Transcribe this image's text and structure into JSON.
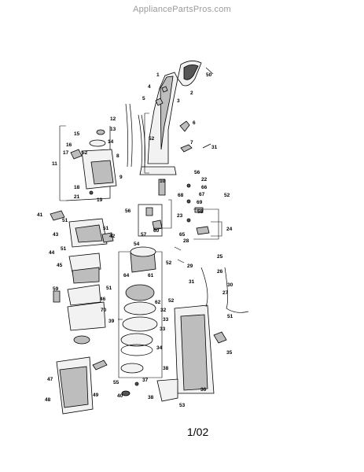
{
  "watermark": "AppliancePartsPros.com",
  "page_label": "1/02",
  "callouts": {
    "n1": "1",
    "n2": "2",
    "n3": "3",
    "n4": "4",
    "n5": "5",
    "n6": "6",
    "n7": "7",
    "n8": "8",
    "n9": "9",
    "n10": "10",
    "n11": "11",
    "n12": "12",
    "n13": "13",
    "n14": "14",
    "n15": "15",
    "n16": "16",
    "n17": "17",
    "n18": "18",
    "n19": "19",
    "n21": "21",
    "n22": "22",
    "n23": "23",
    "n24": "24",
    "n25": "25",
    "n26": "26",
    "n27": "27",
    "n28": "28",
    "n29": "29",
    "n30": "30",
    "n31": "31",
    "n31b": "31",
    "n32": "32",
    "n33": "33",
    "n33b": "33",
    "n34": "34",
    "n35": "35",
    "n36": "36",
    "n37": "37",
    "n38": "38",
    "n38b": "38",
    "n39": "39",
    "n40": "40",
    "n41": "41",
    "n42": "42",
    "n43": "43",
    "n44": "44",
    "n45": "45",
    "n46": "46",
    "n47": "47",
    "n48": "48",
    "n49": "49",
    "n50": "50",
    "n51a": "51",
    "n51b": "51",
    "n51c": "51",
    "n51d": "51",
    "n51e": "51",
    "n52a": "52",
    "n52b": "52",
    "n52c": "52",
    "n52d": "52",
    "n52e": "52",
    "n53": "53",
    "n54": "54",
    "n55": "55",
    "n56": "56",
    "n56b": "56",
    "n57": "57",
    "n58": "58",
    "n59": "59",
    "n60": "60",
    "n61": "61",
    "n62": "62",
    "n64": "64",
    "n65": "65",
    "n66": "66",
    "n67": "67",
    "n68": "68",
    "n69": "69",
    "n70": "70"
  }
}
